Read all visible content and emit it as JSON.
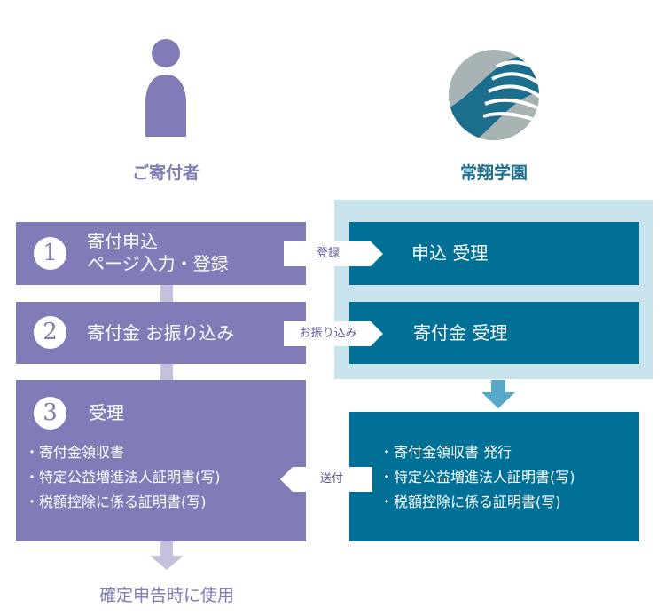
{
  "columns": {
    "donor": {
      "label": "ご寄付者",
      "icon": "person-icon"
    },
    "org": {
      "label": "常翔学園",
      "icon": "school-logo"
    }
  },
  "steps": [
    {
      "number": "1",
      "title_lines": [
        "寄付申込",
        "ページ入力・登録"
      ]
    },
    {
      "number": "2",
      "title": "寄付金 お振り込み"
    },
    {
      "number": "3",
      "title": "受理",
      "items": [
        "・寄付金領収書",
        "・特定公益増進法人証明書(写)",
        "・税額控除に係る証明書(写)"
      ]
    }
  ],
  "org_steps": [
    {
      "title": "申込 受理"
    },
    {
      "title": "寄付金 受理"
    },
    {
      "items": [
        "・寄付金領収書 発行",
        "・特定公益増進法人証明書(写)",
        "・税額控除に係る証明書(写)"
      ]
    }
  ],
  "arrows": {
    "register": "登録",
    "transfer": "お振り込み",
    "send": "送付"
  },
  "footer": "確定申告時に使用",
  "colors": {
    "purple": "#7f7cb8",
    "teal": "#007096",
    "light_blue": "#c9e3ec",
    "light_purple": "#c3c1dd",
    "arrow_blue": "#5aa8c8"
  }
}
